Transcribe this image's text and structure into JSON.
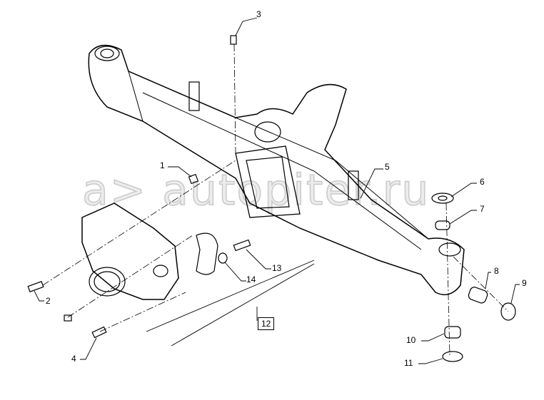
{
  "diagram": {
    "watermark": "a> autopiter.ru",
    "callouts": [
      {
        "id": "1",
        "text": "1"
      },
      {
        "id": "2",
        "text": "2"
      },
      {
        "id": "3",
        "text": "3"
      },
      {
        "id": "4",
        "text": "4"
      },
      {
        "id": "5",
        "text": "5"
      },
      {
        "id": "6",
        "text": "6"
      },
      {
        "id": "7",
        "text": "7"
      },
      {
        "id": "8",
        "text": "8"
      },
      {
        "id": "9",
        "text": "9"
      },
      {
        "id": "10",
        "text": "10"
      },
      {
        "id": "11",
        "text": "11"
      },
      {
        "id": "12",
        "text": "12"
      },
      {
        "id": "13",
        "text": "13"
      },
      {
        "id": "14",
        "text": "14"
      }
    ]
  }
}
